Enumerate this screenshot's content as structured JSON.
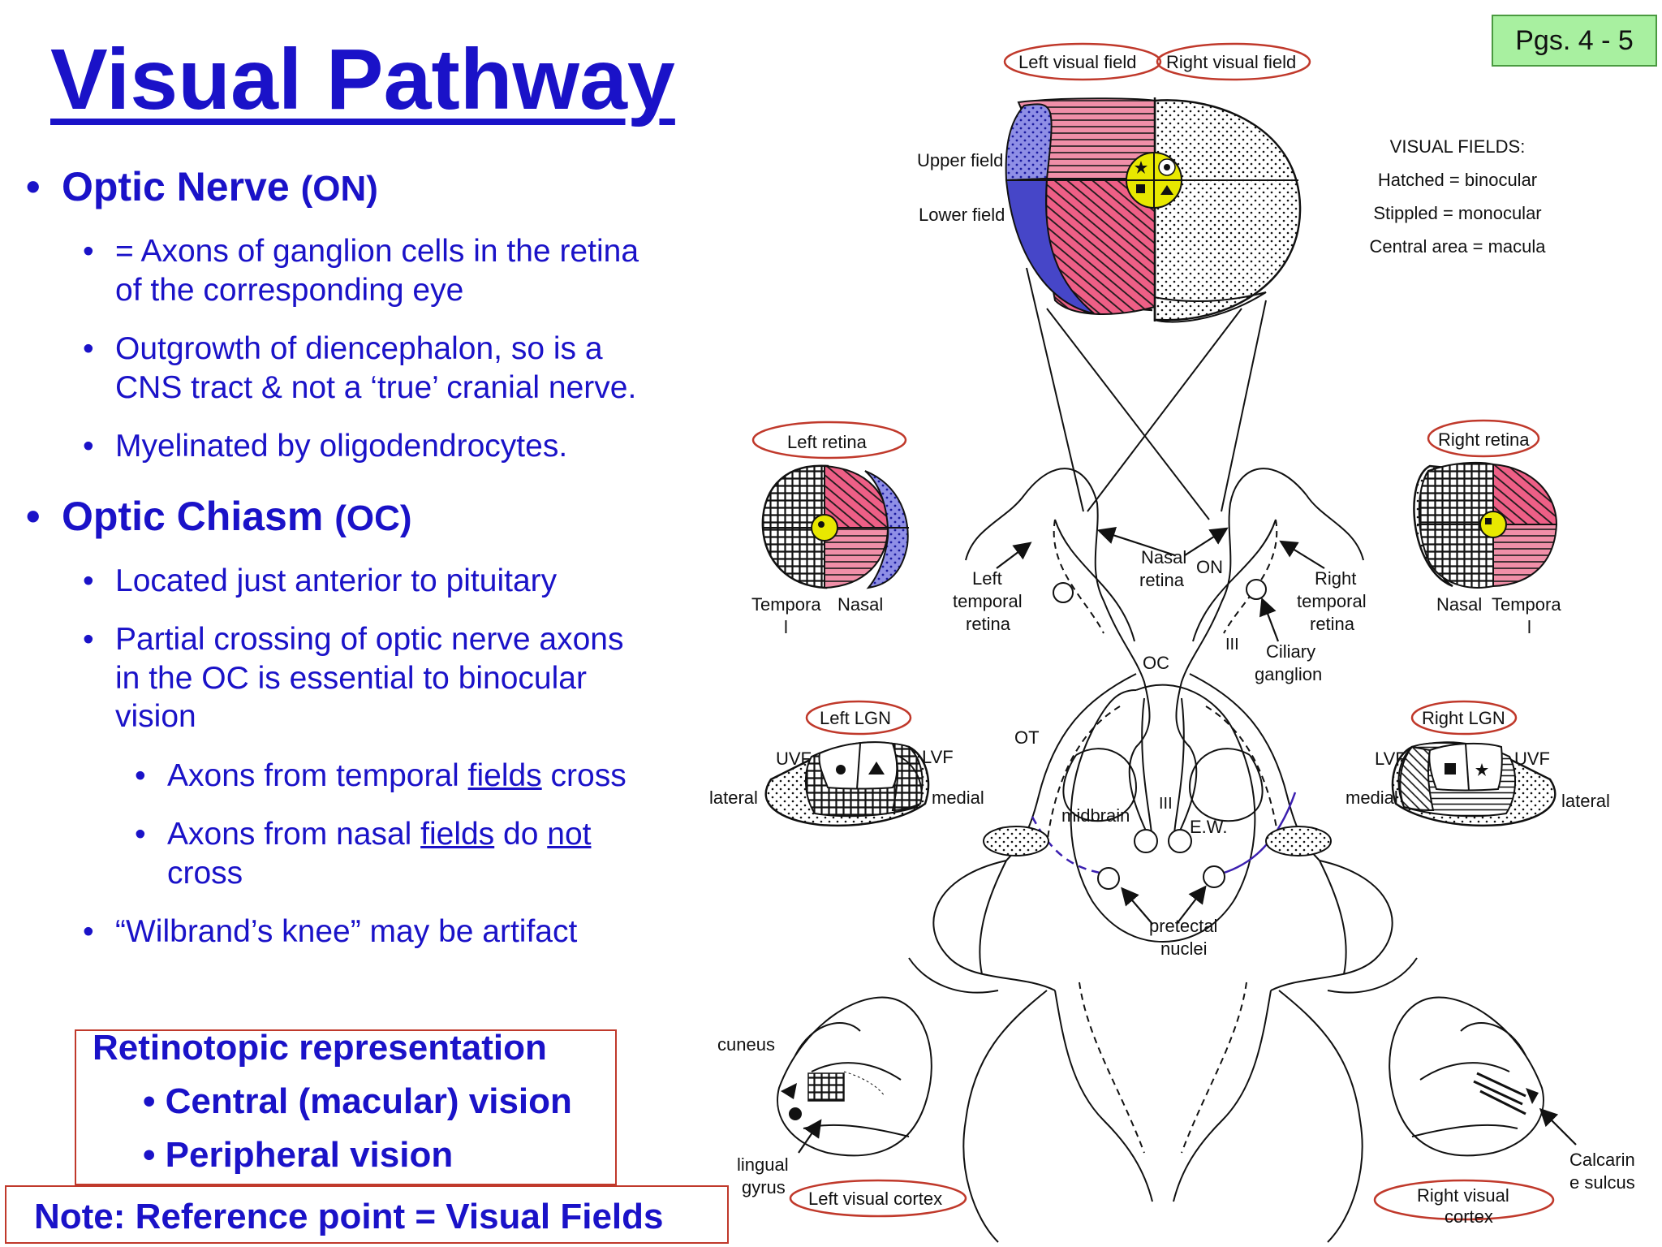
{
  "title": "Visual Pathway",
  "badge": "Pgs. 4 - 5",
  "sections": {
    "optic_nerve": {
      "heading": "Optic Nerve",
      "abbr": "(ON)",
      "points": [
        "= Axons of ganglion cells in the retina of the corresponding eye",
        "Outgrowth of diencephalon, so is a CNS tract & not a ‘true’ cranial nerve.",
        "Myelinated by oligodendrocytes."
      ]
    },
    "optic_chiasm": {
      "heading": "Optic Chiasm",
      "abbr": "(OC)",
      "points": [
        "Located just anterior to pituitary",
        "Partial crossing of optic nerve axons in the OC is essential to binocular vision"
      ],
      "sub_points": {
        "temporal": {
          "pre": "Axons from temporal ",
          "link": "fields",
          "post": " cross"
        },
        "nasal": {
          "pre": "Axons from nasal ",
          "link": "fields",
          "mid": " do ",
          "link2": "not",
          "post": " cross"
        }
      },
      "extra_point": "“Wilbrand’s knee” may be artifact"
    }
  },
  "retinotopic": {
    "heading": "Retinotopic representation",
    "items": [
      "Central (macular) vision",
      "Peripheral vision"
    ]
  },
  "note": "Note:  Reference point = Visual Fields",
  "diagram": {
    "field_labels": {
      "left": "Left visual field",
      "right": "Right visual field"
    },
    "upper_field": "Upper field",
    "lower_field": "Lower field",
    "legend": [
      "VISUAL FIELDS:",
      "Hatched = binocular",
      "Stippled = monocular",
      "Central area = macula"
    ],
    "left_retina": "Left retina",
    "right_retina": "Right retina",
    "left_retina_temporal": [
      "Tempora",
      "l"
    ],
    "left_retina_nasal": "Nasal",
    "right_retina_nasal": "Nasal",
    "right_retina_temporal": [
      "Tempora",
      "l"
    ],
    "left_temporal_retina": [
      "Left",
      "temporal",
      "retina"
    ],
    "nasal_retina": [
      "Nasal",
      "retina"
    ],
    "on": "ON",
    "right_temporal_retina": [
      "Right",
      "temporal",
      "retina"
    ],
    "iii": "III",
    "ciliary_ganglion": [
      "Ciliary",
      "ganglion"
    ],
    "oc": "OC",
    "ot": "OT",
    "left_lgn": "Left LGN",
    "right_lgn": "Right LGN",
    "uvf": "UVF",
    "lvf": "LVF",
    "lateral": "lateral",
    "medial": "medial",
    "midbrain": "midbrain",
    "iii_mid": "III",
    "ew": "E.W.",
    "pretectal_nuclei": [
      "pretectal",
      "nuclei"
    ],
    "cuneus": "cuneus",
    "lingual_gyrus": [
      "lingual",
      "gyrus"
    ],
    "left_visual_cortex": "Left visual cortex",
    "right_visual_cortex": [
      "Right visual",
      "cortex"
    ],
    "calcarine_sulcus": [
      "Calcarin",
      "e sulcus"
    ]
  }
}
